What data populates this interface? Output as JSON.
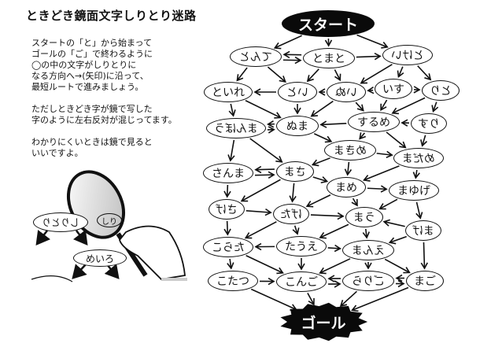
{
  "title": "ときどき鏡面文字しりとり迷路",
  "instructions": {
    "paragraph1": [
      "スタートの「と」から始まって",
      "ゴールの「ご」で終わるように",
      "◯の中の文字がしりとりに",
      "なる方向へ→(矢印)に沿って、",
      "最短ルートで進みましょう。"
    ],
    "paragraph2": [
      "ただしときどき字が鏡で写した",
      "字のように左右反対が混じってます。"
    ],
    "paragraph3": [
      "わかりにくいときは鏡で見ると",
      "いいですよ。"
    ]
  },
  "start_label": "スタート",
  "goal_label": "ゴール",
  "nodes": [
    {
      "id": "tento",
      "word": "てんと",
      "mirrored": true
    },
    {
      "id": "tomato",
      "word": "とまと",
      "mirrored": false
    },
    {
      "id": "tokei",
      "word": "とけい",
      "mirrored": true
    },
    {
      "id": "toire",
      "word": "といれ",
      "mirrored": false
    },
    {
      "id": "ito",
      "word": "いと",
      "mirrored": true
    },
    {
      "id": "inu",
      "word": "いぬ",
      "mirrored": true
    },
    {
      "id": "isu",
      "word": "いす",
      "mirrored": false
    },
    {
      "id": "tori",
      "word": "とり",
      "mirrored": true
    },
    {
      "id": "manbou",
      "word": "まんぼう",
      "mirrored": true
    },
    {
      "id": "numa",
      "word": "ぬま",
      "mirrored": false
    },
    {
      "id": "surume",
      "word": "するめ",
      "mirrored": false
    },
    {
      "id": "risu",
      "word": "りす",
      "mirrored": true
    },
    {
      "id": "mekima",
      "word": "めきま",
      "mirrored": true
    },
    {
      "id": "medama",
      "word": "めだま",
      "mirrored": true
    },
    {
      "id": "sanma",
      "word": "さんま",
      "mirrored": false
    },
    {
      "id": "sama",
      "word": "さま",
      "mirrored": true
    },
    {
      "id": "mame",
      "word": "まめ",
      "mirrored": false
    },
    {
      "id": "mayuge",
      "word": "まゆげ",
      "mirrored": false
    },
    {
      "id": "sage",
      "word": "さげ",
      "mirrored": true
    },
    {
      "id": "geta",
      "word": "げた",
      "mirrored": true
    },
    {
      "id": "uma",
      "word": "うま",
      "mirrored": true
    },
    {
      "id": "mage",
      "word": "まげ",
      "mirrored": true
    },
    {
      "id": "tarako",
      "word": "たらこ",
      "mirrored": true
    },
    {
      "id": "taue",
      "word": "たうえ",
      "mirrored": false
    },
    {
      "id": "enma",
      "word": "えんま",
      "mirrored": true
    },
    {
      "id": "kotatsu",
      "word": "こたつ",
      "mirrored": false
    },
    {
      "id": "kongo",
      "word": "こんご",
      "mirrored": false
    },
    {
      "id": "gorira",
      "word": "ごりら",
      "mirrored": true
    },
    {
      "id": "mago",
      "word": "まご",
      "mirrored": false
    }
  ],
  "edges": [
    [
      "start",
      "tento"
    ],
    [
      "start",
      "tomato"
    ],
    [
      "start",
      "tokei"
    ],
    [
      "tento",
      "tomato"
    ],
    [
      "tomato",
      "tento"
    ],
    [
      "tomato",
      "tokei"
    ],
    [
      "tento",
      "toire"
    ],
    [
      "tento",
      "ito"
    ],
    [
      "tomato",
      "ito"
    ],
    [
      "tomato",
      "inu"
    ],
    [
      "tokei",
      "inu"
    ],
    [
      "tokei",
      "isu"
    ],
    [
      "tokei",
      "tori"
    ],
    [
      "ito",
      "toire"
    ],
    [
      "inu",
      "ito"
    ],
    [
      "isu",
      "inu"
    ],
    [
      "isu",
      "tori"
    ],
    [
      "toire",
      "manbou"
    ],
    [
      "toire",
      "numa"
    ],
    [
      "ito",
      "numa"
    ],
    [
      "inu",
      "numa"
    ],
    [
      "inu",
      "surume"
    ],
    [
      "isu",
      "surume"
    ],
    [
      "tori",
      "surume"
    ],
    [
      "tori",
      "risu"
    ],
    [
      "surume",
      "numa"
    ],
    [
      "risu",
      "surume"
    ],
    [
      "manbou",
      "numa"
    ],
    [
      "numa",
      "manbou"
    ],
    [
      "numa",
      "mekima"
    ],
    [
      "surume",
      "mekima"
    ],
    [
      "surume",
      "medama"
    ],
    [
      "risu",
      "medama"
    ],
    [
      "manbou",
      "sanma"
    ],
    [
      "manbou",
      "sama"
    ],
    [
      "mekima",
      "sama"
    ],
    [
      "mekima",
      "mame"
    ],
    [
      "mekima",
      "medama"
    ],
    [
      "sanma",
      "sama"
    ],
    [
      "sama",
      "sanma"
    ],
    [
      "sama",
      "mame"
    ],
    [
      "sama",
      "geta"
    ],
    [
      "sama",
      "sage"
    ],
    [
      "medama",
      "mame"
    ],
    [
      "medama",
      "mayuge"
    ],
    [
      "mame",
      "mayuge"
    ],
    [
      "mame",
      "geta"
    ],
    [
      "mame",
      "uma"
    ],
    [
      "sanma",
      "sage"
    ],
    [
      "sage",
      "geta"
    ],
    [
      "geta",
      "uma"
    ],
    [
      "geta",
      "tarako"
    ],
    [
      "geta",
      "taue"
    ],
    [
      "mayuge",
      "uma"
    ],
    [
      "mayuge",
      "mage"
    ],
    [
      "mage",
      "uma"
    ],
    [
      "mage",
      "enma"
    ],
    [
      "mage",
      "mago"
    ],
    [
      "uma",
      "taue"
    ],
    [
      "uma",
      "enma"
    ],
    [
      "sage",
      "tarako"
    ],
    [
      "taue",
      "tarako"
    ],
    [
      "taue",
      "enma"
    ],
    [
      "taue",
      "kongo"
    ],
    [
      "tarako",
      "kotatsu"
    ],
    [
      "tarako",
      "kongo"
    ],
    [
      "enma",
      "kongo"
    ],
    [
      "enma",
      "gorira"
    ],
    [
      "enma",
      "mago"
    ],
    [
      "kotatsu",
      "kongo"
    ],
    [
      "kongo",
      "gorira"
    ],
    [
      "gorira",
      "kongo"
    ],
    [
      "gorira",
      "mago"
    ],
    [
      "mago",
      "gorira"
    ],
    [
      "kotatsu",
      "goal"
    ],
    [
      "kongo",
      "goal"
    ],
    [
      "gorira",
      "goal"
    ],
    [
      "mago",
      "goal"
    ]
  ],
  "illustration": {
    "node1": "しりとり",
    "node2": "めいろ",
    "lens_text": "しり"
  }
}
